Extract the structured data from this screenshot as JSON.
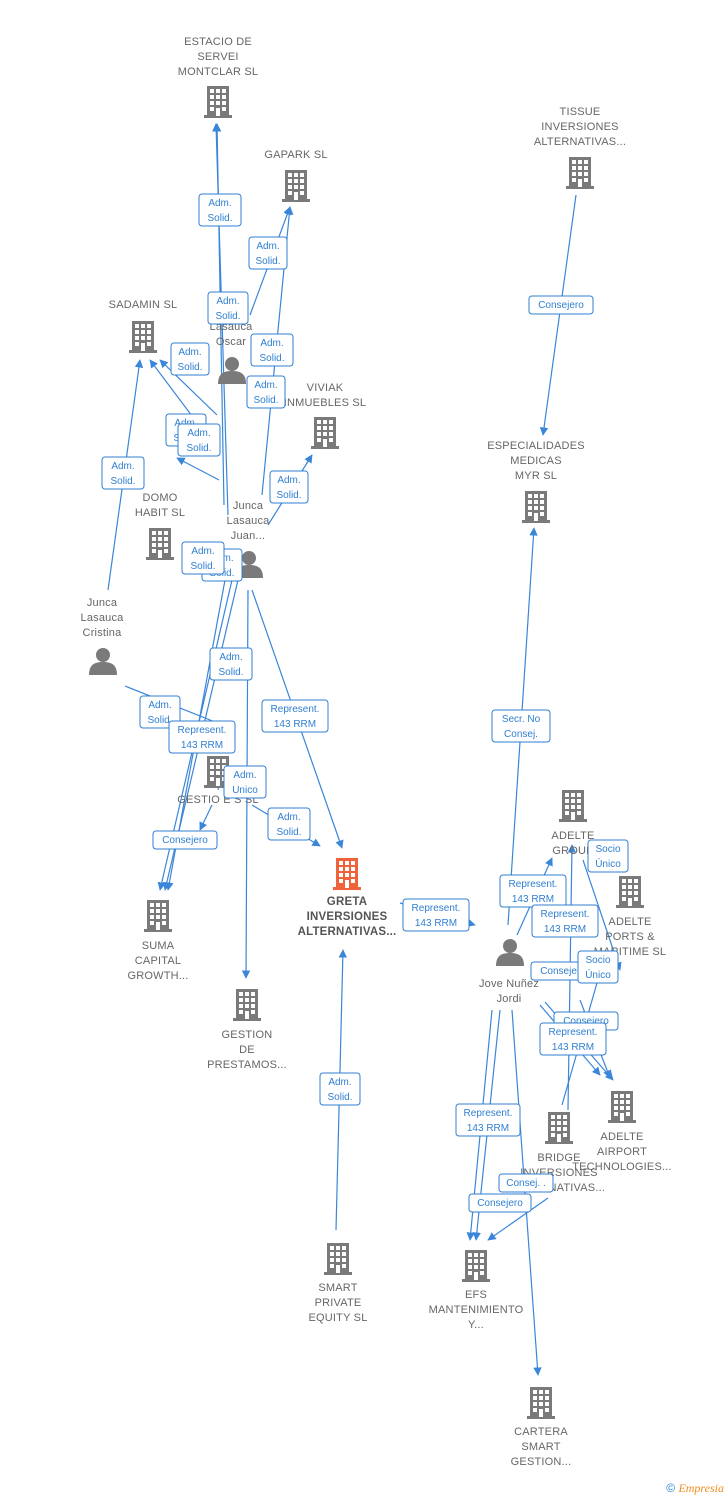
{
  "colors": {
    "edge": "#3a86d8",
    "node_company": "#7a7a7a",
    "node_person": "#7a7a7a",
    "node_main": "#f0623a",
    "label": "#666666"
  },
  "nodes": [
    {
      "id": "estacio",
      "type": "company",
      "lines": [
        "ESTACIO DE",
        "SERVEI",
        "MONTCLAR SL"
      ]
    },
    {
      "id": "gapark",
      "type": "company",
      "lines": [
        "GAPARK SL"
      ]
    },
    {
      "id": "tissue",
      "type": "company",
      "lines": [
        "TISSUE",
        "INVERSIONES",
        "ALTERNATIVAS..."
      ]
    },
    {
      "id": "sadamin",
      "type": "company",
      "lines": [
        "SADAMIN SL"
      ]
    },
    {
      "id": "oscar",
      "type": "person",
      "lines": [
        "Lasauca",
        "Oscar"
      ]
    },
    {
      "id": "viviak",
      "type": "company",
      "lines": [
        "VIVIAK",
        "INMUEBLES SL"
      ]
    },
    {
      "id": "especialidades",
      "type": "company",
      "lines": [
        "ESPECIALIDADES",
        "MEDICAS",
        "MYR SL"
      ]
    },
    {
      "id": "domo",
      "type": "company",
      "lines": [
        "DOMO",
        "HABIT SL"
      ]
    },
    {
      "id": "juan",
      "type": "person",
      "lines": [
        "Junca",
        "Lasauca",
        "Juan..."
      ]
    },
    {
      "id": "cristina",
      "type": "person",
      "lines": [
        "Junca",
        "Lasauca",
        "Cristina"
      ]
    },
    {
      "id": "gestio",
      "type": "company",
      "lines": [
        "GESTIO E S SL"
      ]
    },
    {
      "id": "adelte_group",
      "type": "company",
      "lines": [
        "ADELTE",
        "GROUP"
      ]
    },
    {
      "id": "adelte_ports",
      "type": "company",
      "lines": [
        "ADELTE",
        "PORTS &",
        "MARITIME SL"
      ]
    },
    {
      "id": "greta",
      "type": "main",
      "lines": [
        "GRETA",
        "INVERSIONES",
        "ALTERNATIVAS..."
      ]
    },
    {
      "id": "suma",
      "type": "company",
      "lines": [
        "SUMA",
        "CAPITAL",
        "GROWTH..."
      ]
    },
    {
      "id": "jove",
      "type": "person",
      "lines": [
        "Jove Nuñez",
        "Jordi"
      ]
    },
    {
      "id": "gestion",
      "type": "company",
      "lines": [
        "GESTION",
        "DE",
        "PRESTAMOS..."
      ]
    },
    {
      "id": "adelte_airport",
      "type": "company",
      "lines": [
        "ADELTE",
        "AIRPORT",
        "TECHNOLOGIES..."
      ]
    },
    {
      "id": "bridge",
      "type": "company",
      "lines": [
        "BRIDGE",
        "INVERSIONES",
        "ALTERNATIVAS..."
      ]
    },
    {
      "id": "smart",
      "type": "company",
      "lines": [
        "SMART",
        "PRIVATE",
        "EQUITY SL"
      ]
    },
    {
      "id": "efs",
      "type": "company",
      "lines": [
        "EFS",
        "MANTENIMIENTO",
        "Y..."
      ]
    },
    {
      "id": "cartera",
      "type": "company",
      "lines": [
        "CARTERA",
        "SMART",
        "GESTION..."
      ]
    }
  ],
  "edge_labels": [
    {
      "id": "e1",
      "lines": [
        "Adm.",
        "Solid."
      ]
    },
    {
      "id": "e2",
      "lines": [
        "Adm.",
        "Solid."
      ]
    },
    {
      "id": "e3",
      "lines": [
        "Adm.",
        "Solid."
      ]
    },
    {
      "id": "e4",
      "lines": [
        "Adm.",
        "Solid."
      ]
    },
    {
      "id": "e5",
      "lines": [
        "Adm.",
        "Solid."
      ]
    },
    {
      "id": "e6",
      "lines": [
        "Adm.",
        "Solid."
      ]
    },
    {
      "id": "e7",
      "lines": [
        "Adm.",
        "Solid."
      ]
    },
    {
      "id": "e8",
      "lines": [
        "Adm.",
        "Solid."
      ]
    },
    {
      "id": "e9",
      "lines": [
        "Adm.",
        "Solid."
      ]
    },
    {
      "id": "e10",
      "lines": [
        "Adm.",
        "Solid."
      ]
    },
    {
      "id": "e11",
      "lines": [
        "Adm.",
        "Solid."
      ]
    },
    {
      "id": "e12",
      "lines": [
        "Adm.",
        "Solid."
      ]
    },
    {
      "id": "e13",
      "lines": [
        "Adm.",
        "Solid."
      ]
    },
    {
      "id": "e14",
      "lines": [
        "Adm.",
        "Solid."
      ]
    },
    {
      "id": "e15",
      "lines": [
        "Consejero"
      ]
    },
    {
      "id": "e16",
      "lines": [
        "Represent.",
        "143 RRM"
      ]
    },
    {
      "id": "e17",
      "lines": [
        "Represent.",
        "143 RRM"
      ]
    },
    {
      "id": "e18",
      "lines": [
        "Adm.",
        "Unico"
      ]
    },
    {
      "id": "e19",
      "lines": [
        "Adm.",
        "Solid."
      ]
    },
    {
      "id": "e20",
      "lines": [
        "Consejero"
      ]
    },
    {
      "id": "e21",
      "lines": [
        "Secr. No",
        "Consej."
      ]
    },
    {
      "id": "e22",
      "lines": [
        "Represent.",
        "143 RRM"
      ]
    },
    {
      "id": "e23",
      "lines": [
        "Socio",
        "Único"
      ]
    },
    {
      "id": "e24",
      "lines": [
        "Represent.",
        "143 RRM"
      ]
    },
    {
      "id": "e25",
      "lines": [
        "Represent.",
        "143 RRM"
      ]
    },
    {
      "id": "e26",
      "lines": [
        "Consejero"
      ]
    },
    {
      "id": "e27",
      "lines": [
        "Socio",
        "Único"
      ]
    },
    {
      "id": "e28",
      "lines": [
        "Consejero"
      ]
    },
    {
      "id": "e29",
      "lines": [
        "Represent.",
        "143 RRM"
      ]
    },
    {
      "id": "e30",
      "lines": [
        "Represent.",
        "143 RRM"
      ]
    },
    {
      "id": "e31",
      "lines": [
        "Consej. ."
      ]
    },
    {
      "id": "e32",
      "lines": [
        "Consejero"
      ]
    },
    {
      "id": "e33",
      "lines": [
        "Adm.",
        "Solid."
      ]
    }
  ],
  "footer": {
    "symbol": "©",
    "brand": "Empresia"
  }
}
